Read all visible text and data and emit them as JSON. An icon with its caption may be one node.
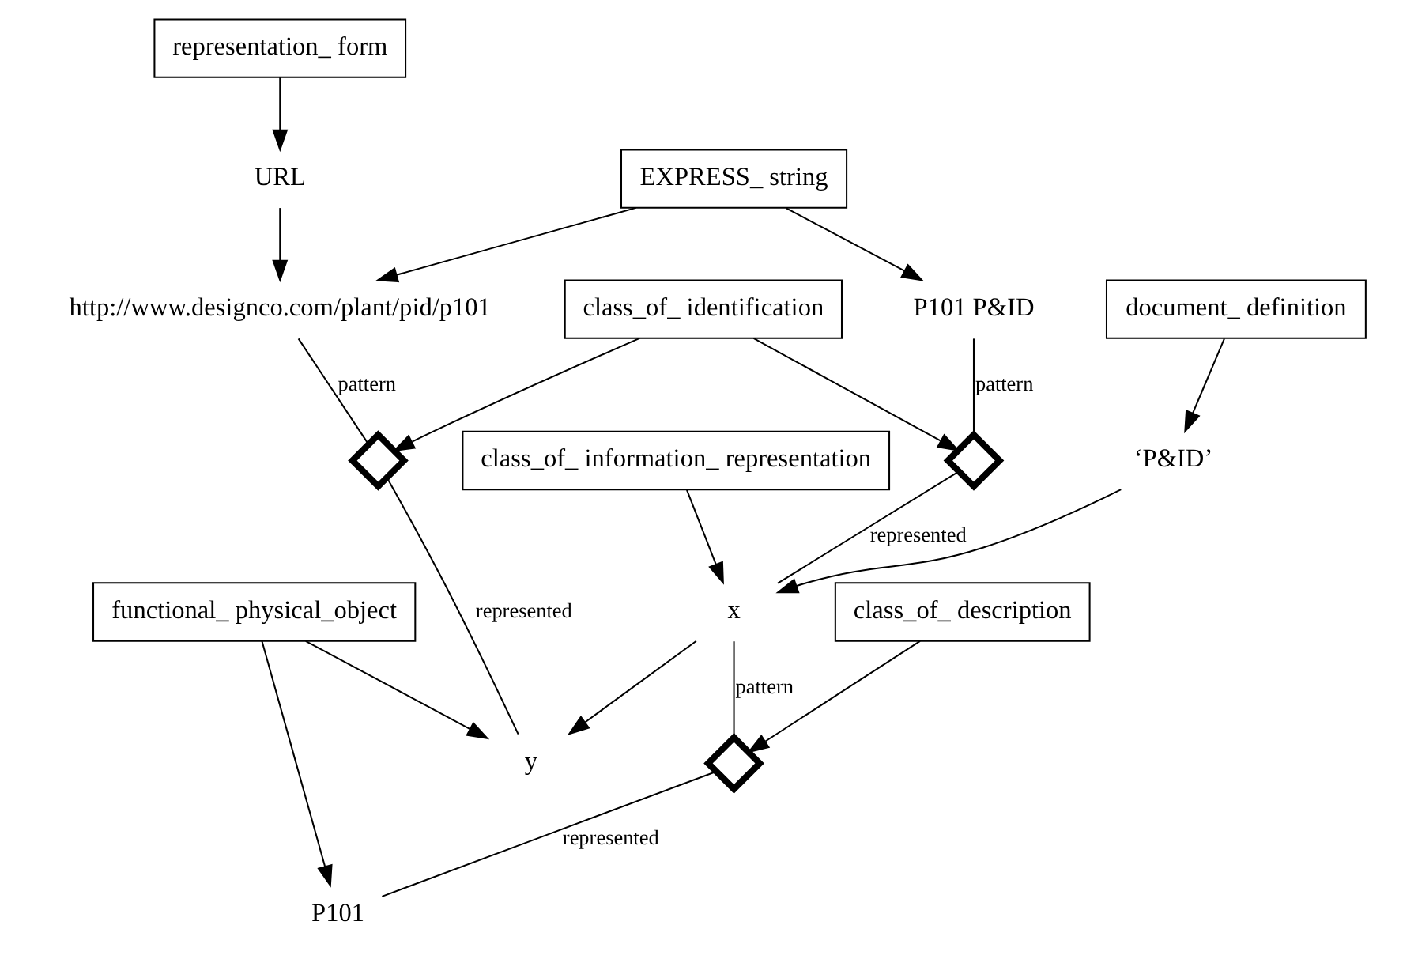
{
  "diagram": {
    "nodes": [
      {
        "text": [
          "EXPRESS_ string"
        ]
      },
      {
        "text": [
          "document_ definition"
        ]
      },
      {
        "text": [
          "representation_ form"
        ]
      },
      {
        "text": [
          "class_of_ identification"
        ]
      },
      {
        "text": [
          "‘P&ID’"
        ]
      },
      {
        "text": [
          "class_of_ information_ representation"
        ]
      },
      {
        "text": [
          "P101 P&ID"
        ]
      },
      {
        "text": [],
        "shape": "diamond"
      },
      {
        "text": [
          "x"
        ]
      },
      {
        "text": [
          "class_of_ description"
        ]
      },
      {
        "text": [
          "URL"
        ]
      },
      {
        "text": [
          "y"
        ]
      },
      {
        "text": [],
        "shape": "diamond"
      },
      {
        "text": [],
        "shape": "diamond"
      },
      {
        "text": [
          "http://www.designco.com/plant/pid/p101"
        ]
      },
      {
        "text": [
          "functional_ physical_object"
        ]
      },
      {
        "text": [
          "P101"
        ]
      }
    ],
    "edges": [
      {
        "from": 0,
        "to": 6,
        "arrow": "to"
      },
      {
        "from": 0,
        "to": 14,
        "arrow": "to"
      },
      {
        "from": 1,
        "to": 4,
        "arrow": "to"
      },
      {
        "from": 4,
        "to": 8,
        "arrow": "to"
      },
      {
        "from": 2,
        "to": 10,
        "arrow": "to"
      },
      {
        "from": 3,
        "to": 7,
        "arrow": "to"
      },
      {
        "from": 3,
        "to": 12,
        "arrow": "to"
      },
      {
        "from": 5,
        "to": 8,
        "arrow": "to"
      },
      {
        "from": 6,
        "to": 7,
        "arrow": "none",
        "label": "pattern"
      },
      {
        "from": 7,
        "to": 8,
        "arrow": "none",
        "label": "represented"
      },
      {
        "from": 8,
        "to": 11,
        "arrow": "to"
      },
      {
        "from": 8,
        "to": 13,
        "arrow": "none",
        "label": "pattern"
      },
      {
        "from": 9,
        "to": 13,
        "arrow": "to"
      },
      {
        "from": 10,
        "to": 14,
        "arrow": "to"
      },
      {
        "from": 14,
        "to": 12,
        "arrow": "none",
        "label": "pattern"
      },
      {
        "from": 12,
        "to": 11,
        "arrow": "none",
        "label": "represented"
      },
      {
        "from": 13,
        "to": 16,
        "arrow": "none",
        "label": "represented"
      },
      {
        "from": 15,
        "to": 11,
        "arrow": "to"
      },
      {
        "from": 15,
        "to": 16,
        "arrow": "to"
      }
    ]
  }
}
